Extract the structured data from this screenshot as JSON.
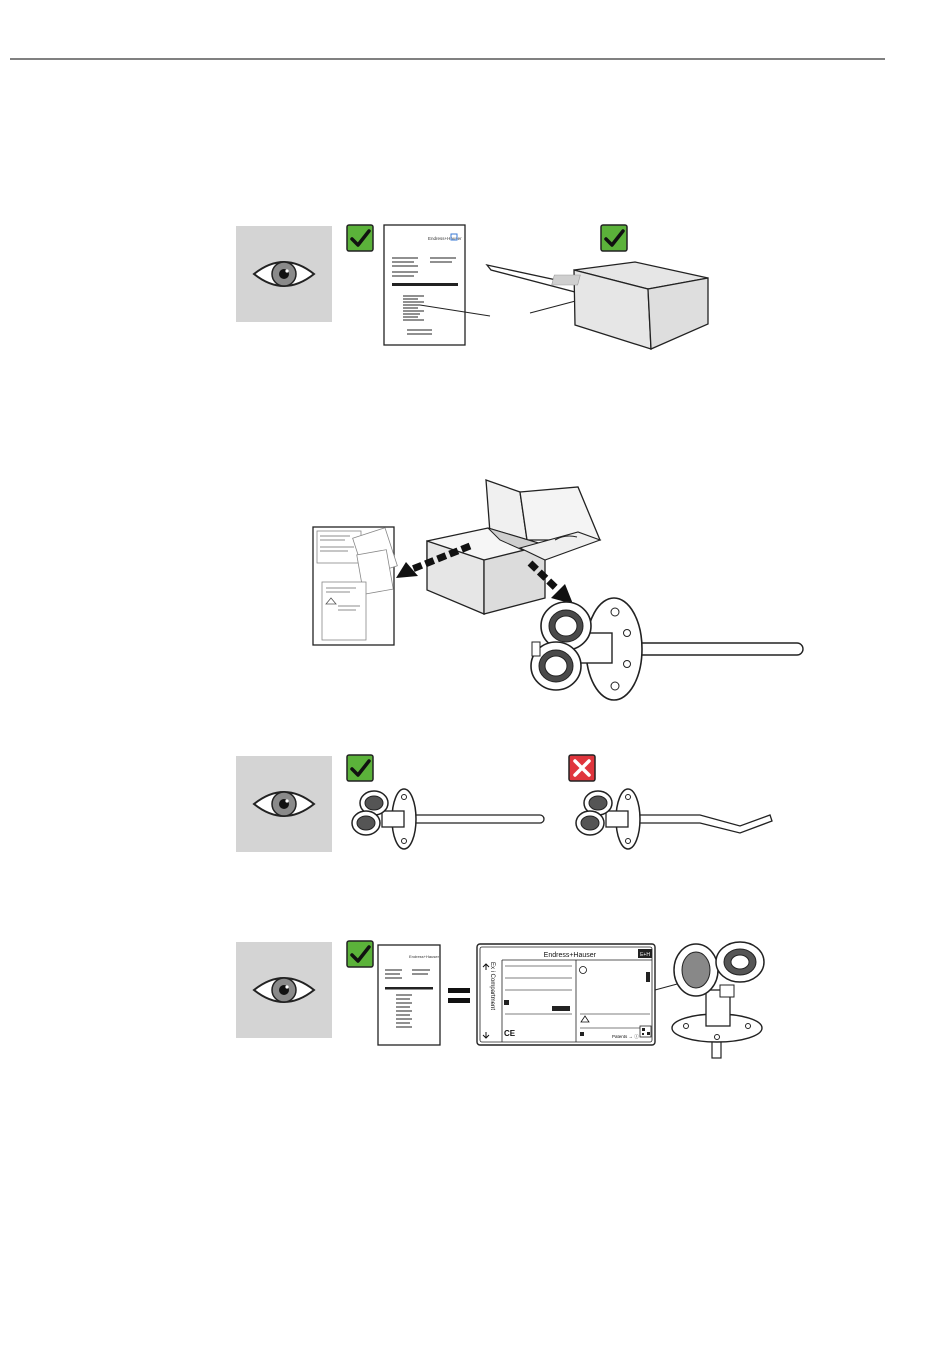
{
  "nameplate": {
    "brand": "Endress+Hauser",
    "brand_logo_text": "E+H",
    "compartment_text": "Ex i     Compartment",
    "patents_text": "Patents → ⓘ"
  },
  "delivery_note": {
    "brand": "Endress+Hauser"
  },
  "icons": {
    "eye": "eye-icon",
    "check": "check-icon",
    "cross": "cross-icon"
  },
  "colors": {
    "check_green": "#5bb23a",
    "cross_red": "#e0353d",
    "panel_gray": "#d4d4d4",
    "box_gray": "#e6e6e6"
  }
}
